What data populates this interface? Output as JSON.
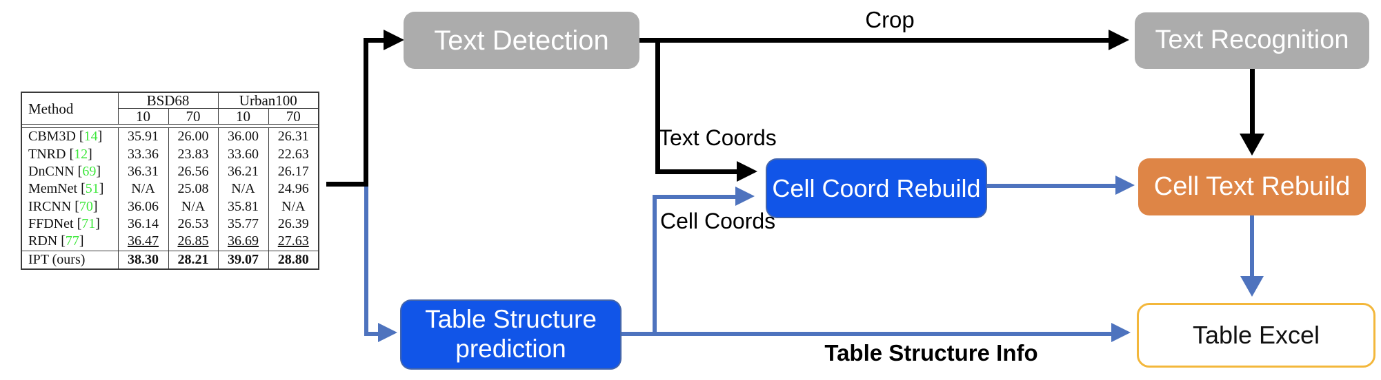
{
  "diagram": {
    "nodes": {
      "text_detection": {
        "label": "Text Detection"
      },
      "text_recognition": {
        "label": "Text Recognition"
      },
      "cell_coord_rebuild": {
        "label": "Cell Coord Rebuild"
      },
      "cell_text_rebuild": {
        "label": "Cell Text Rebuild"
      },
      "table_structure_prediction": {
        "line1": "Table Structure",
        "line2": "prediction"
      },
      "table_excel": {
        "label": "Table Excel"
      }
    },
    "edge_labels": {
      "crop": "Crop",
      "text_coords": "Text Coords",
      "cell_coords": "Cell Coords",
      "table_structure_info": "Table Structure Info"
    },
    "colors": {
      "gray_box": "#ACACAC",
      "blue_box": "#1155E8",
      "orange_box": "#DE8546",
      "excel_border": "#F3B73B",
      "arrow_blue": "#4E73BE",
      "arrow_black": "#000000",
      "box_text": "#FFFFFF",
      "citation_green": "#3DE73B"
    }
  },
  "input_table": {
    "header": {
      "method": "Method",
      "groups": [
        {
          "name": "BSD68",
          "cols": [
            "10",
            "70"
          ]
        },
        {
          "name": "Urban100",
          "cols": [
            "10",
            "70"
          ]
        }
      ]
    },
    "rows": [
      {
        "method": "CBM3D",
        "ref": "14",
        "values": [
          "35.91",
          "26.00",
          "36.00",
          "26.31"
        ],
        "style": "normal"
      },
      {
        "method": "TNRD",
        "ref": "12",
        "values": [
          "33.36",
          "23.83",
          "33.60",
          "22.63"
        ],
        "style": "normal"
      },
      {
        "method": "DnCNN",
        "ref": "69",
        "values": [
          "36.31",
          "26.56",
          "36.21",
          "26.17"
        ],
        "style": "normal"
      },
      {
        "method": "MemNet",
        "ref": "51",
        "values": [
          "N/A",
          "25.08",
          "N/A",
          "24.96"
        ],
        "style": "normal"
      },
      {
        "method": "IRCNN",
        "ref": "70",
        "values": [
          "36.06",
          "N/A",
          "35.81",
          "N/A"
        ],
        "style": "normal"
      },
      {
        "method": "FFDNet",
        "ref": "71",
        "values": [
          "36.14",
          "26.53",
          "35.77",
          "26.39"
        ],
        "style": "normal"
      },
      {
        "method": "RDN",
        "ref": "77",
        "values": [
          "36.47",
          "26.85",
          "36.69",
          "27.63"
        ],
        "style": "underline"
      },
      {
        "method": "IPT (ours)",
        "ref": null,
        "values": [
          "38.30",
          "28.21",
          "39.07",
          "28.80"
        ],
        "style": "bold"
      }
    ]
  }
}
